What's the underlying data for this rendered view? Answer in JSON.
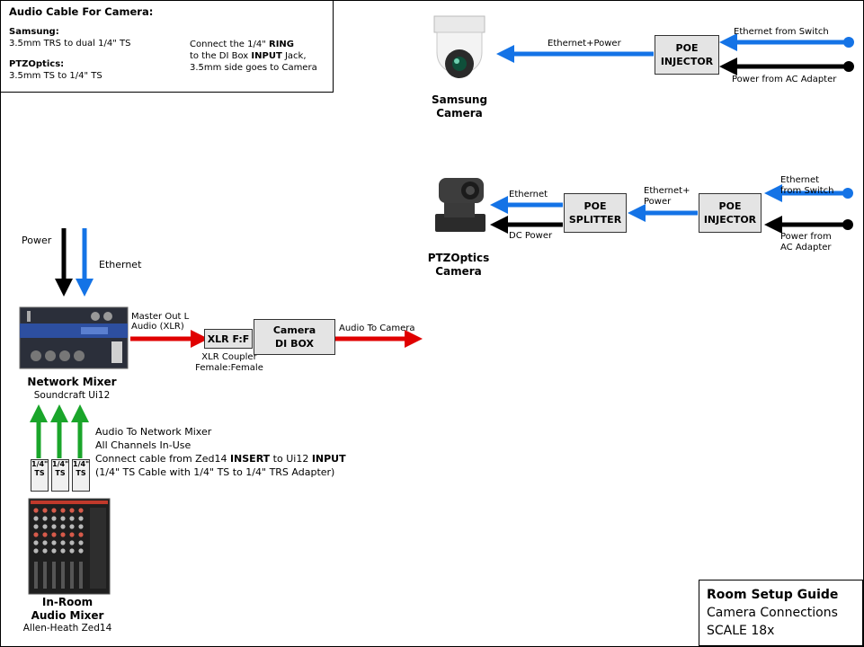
{
  "note": {
    "title": "Audio Cable For Camera:",
    "samsung_heading": "Samsung:",
    "samsung_text": "3.5mm TRS to dual 1/4\" TS",
    "ptz_heading": "PTZOptics:",
    "ptz_text": "3.5mm TS to 1/4\" TS",
    "connect_1_pre": "Connect the 1/4\" ",
    "connect_1_bold": "RING",
    "connect_2_pre": "to the DI Box ",
    "connect_2_bold": "INPUT",
    "connect_2_post": " Jack,",
    "connect_3": "3.5mm side goes to Camera"
  },
  "samsung": {
    "name_line1": "Samsung",
    "name_line2": "Camera",
    "link_label": "Ethernet+Power",
    "injector": "POE\nINJECTOR",
    "from_switch": "Ethernet from Switch",
    "from_adapter": "Power from AC Adapter"
  },
  "ptz": {
    "name_line1": "PTZOptics",
    "name_line2": "Camera",
    "ethernet": "Ethernet",
    "dc_power": "DC Power",
    "splitter": "POE\nSPLITTER",
    "eth_power_line1": "Ethernet+",
    "eth_power_line2": "Power",
    "injector": "POE\nINJECTOR",
    "from_switch_line1": "Ethernet",
    "from_switch_line2": "from Switch",
    "from_adapter_line1": "Power from",
    "from_adapter_line2": "AC Adapter"
  },
  "mixer": {
    "power": "Power",
    "ethernet": "Ethernet",
    "name": "Network Mixer",
    "model": "Soundcraft Ui12",
    "master_out_line1": "Master Out L",
    "master_out_line2": "Audio (XLR)"
  },
  "xlr": {
    "box": "XLR F:F",
    "caption_line1": "XLR Coupler",
    "caption_line2": "Female:Female"
  },
  "di_box": {
    "label": "Camera\nDI BOX",
    "output": "Audio To Camera"
  },
  "inputs": {
    "line1": "Audio To Network Mixer",
    "line2": "All Channels In-Use",
    "line3_pre": "Connect cable from Zed14 ",
    "line3_b1": "INSERT",
    "line3_mid": " to Ui12 ",
    "line3_b2": "INPUT",
    "line4": "(1/4\" TS Cable with 1/4\" TS to 1/4\" TRS Adapter)",
    "ts_top": "1/4\"",
    "ts_bottom": "TS"
  },
  "room_mixer": {
    "name_line1": "In-Room",
    "name_line2": "Audio Mixer",
    "model": "Allen-Heath Zed14"
  },
  "title_block": {
    "title": "Room Setup Guide",
    "subtitle": "Camera Connections",
    "scale": "SCALE 18x"
  },
  "colors": {
    "ethernet": "#1473e6",
    "power": "#000000",
    "audio_out": "#e00000",
    "audio_in": "#1aa52a",
    "box_fill": "#e4e4e4"
  }
}
